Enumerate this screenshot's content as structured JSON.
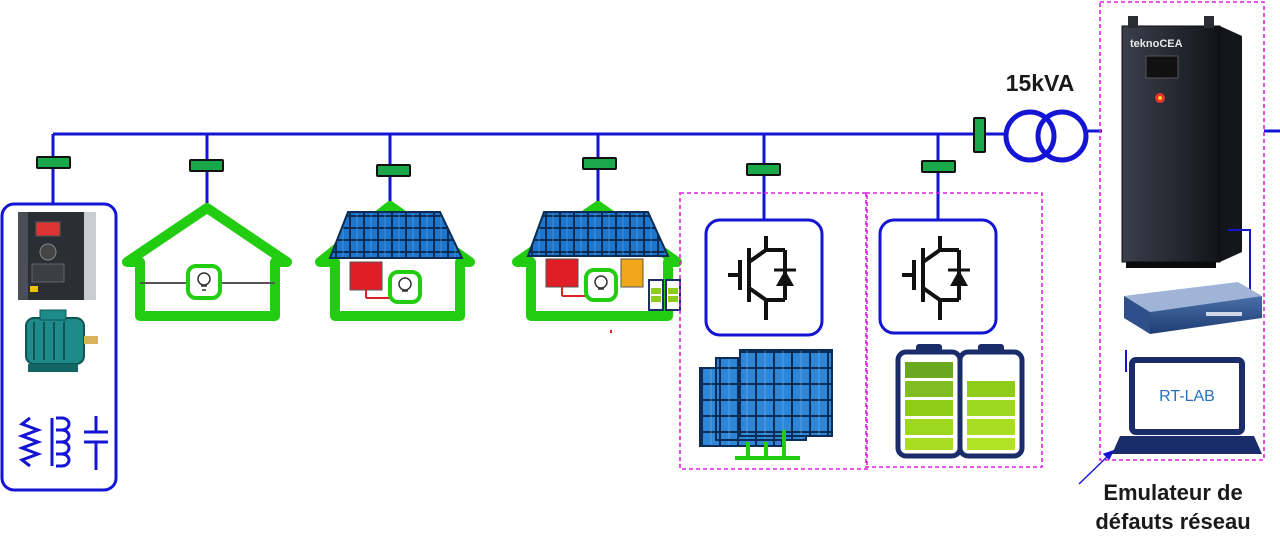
{
  "labels": {
    "transformer": "15kVA",
    "emulator_line1": "Emulateur de",
    "emulator_line2": "défauts réseau",
    "brand": "teknoCEA",
    "rtlab": "RT-LAB"
  },
  "colors": {
    "bus": "#1414d4",
    "breaker": "#19a84a",
    "house": "#22cc10",
    "panel": "#1a6fc4",
    "dashed_box": "#e020e0",
    "battery": "#8fcc1a"
  },
  "icons": {
    "breaker": "breaker-switch-icon",
    "transformer": "transformer-icon",
    "inverter": "igbt-inverter-icon",
    "lamp": "light-bulb-icon",
    "battery": "battery-icon",
    "motor": "motor-icon",
    "drive": "variable-drive-icon"
  }
}
